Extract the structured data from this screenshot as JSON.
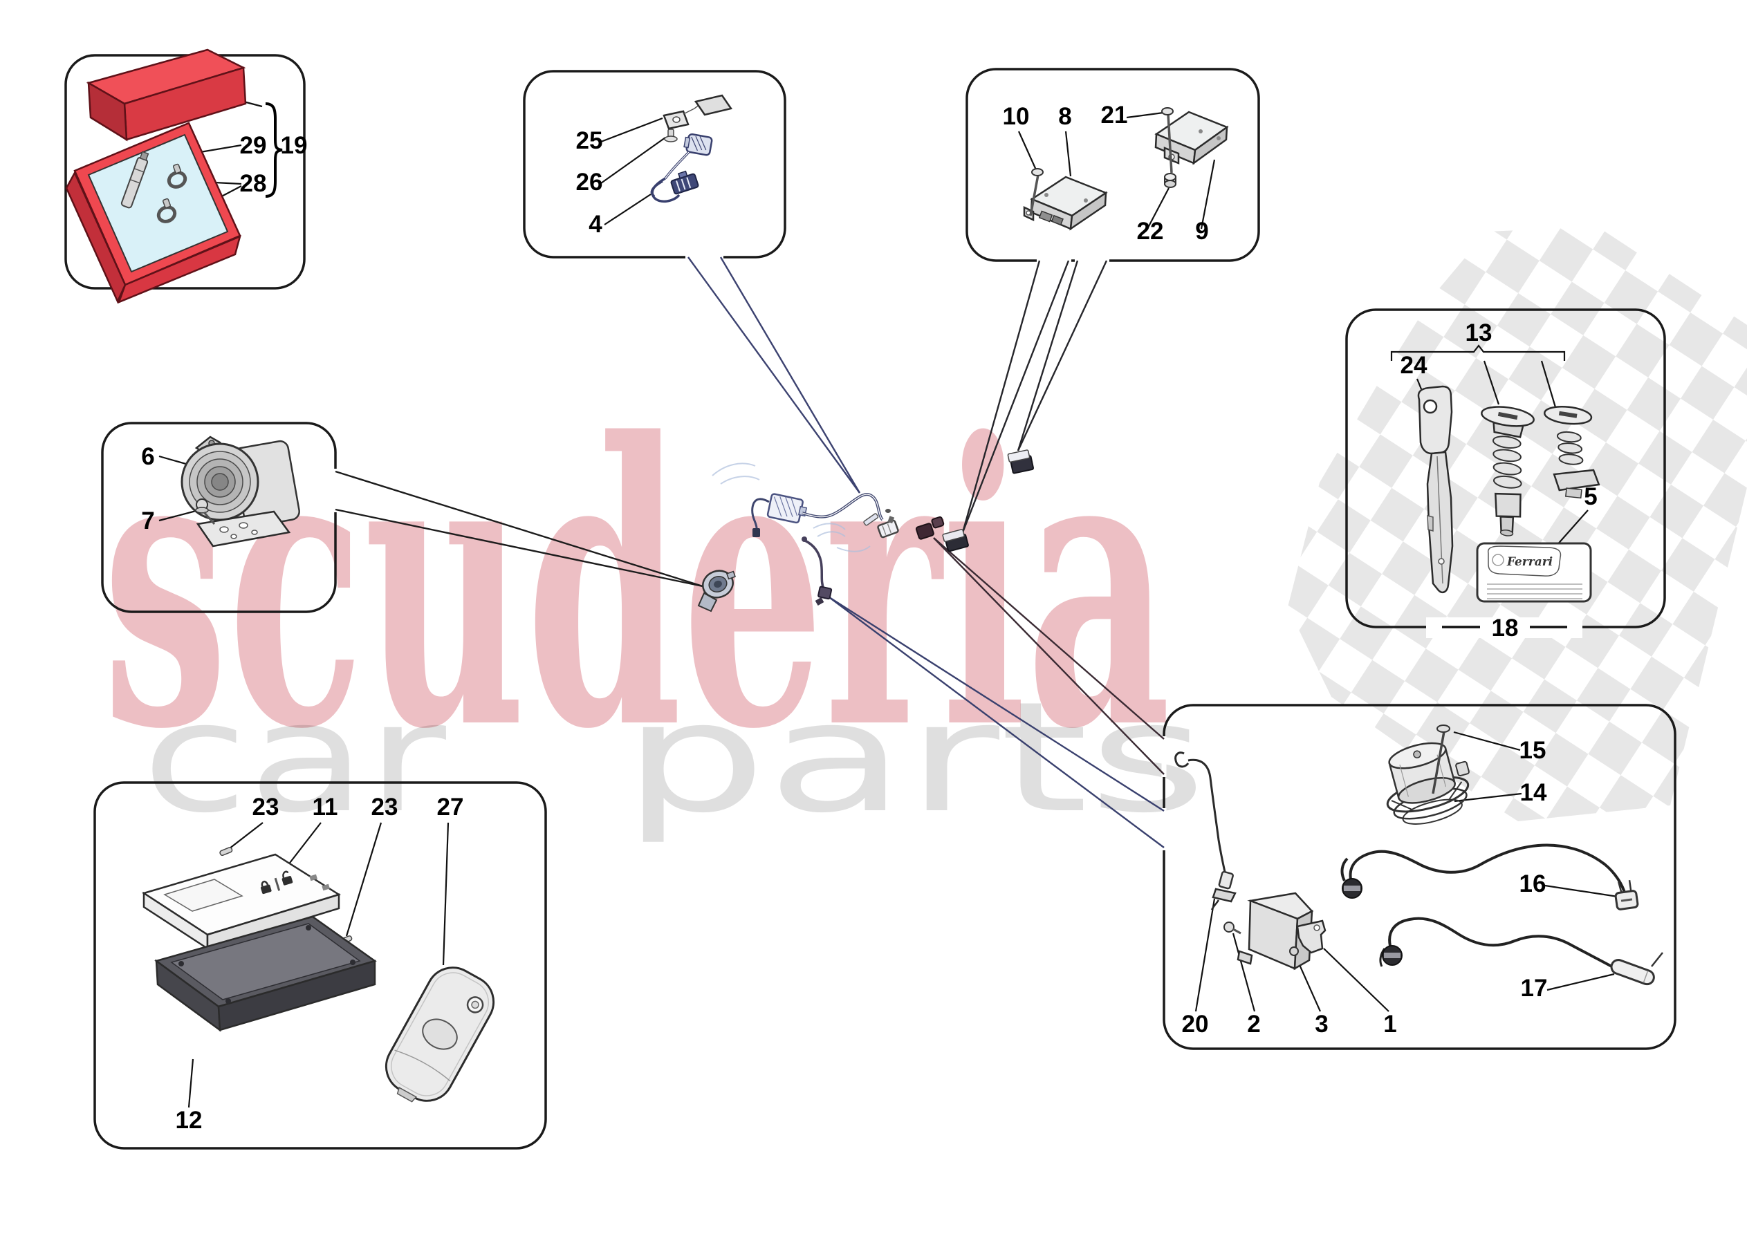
{
  "watermark": {
    "brand": "scuderia",
    "sub_left": "car",
    "sub_right": "parts"
  },
  "panels": {
    "key_pouch": {
      "callouts": {
        "c29": "29",
        "c19": "19",
        "c28": "28"
      }
    },
    "hood_sensor": {
      "callouts": {
        "c25": "25",
        "c26": "26",
        "c4": "4"
      }
    },
    "control_units": {
      "callouts": {
        "c10": "10",
        "c8": "8",
        "c21": "21",
        "c22": "22",
        "c9": "9"
      }
    },
    "siren": {
      "callouts": {
        "c6": "6",
        "c7": "7"
      }
    },
    "locks": {
      "callouts": {
        "c13": "13",
        "c24": "24",
        "c5": "5",
        "c18": "18"
      },
      "code_card_brand": "Ferrari"
    },
    "key_card": {
      "callouts": {
        "c23a": "23",
        "c11": "11",
        "c23b": "23",
        "c27": "27",
        "c12": "12"
      }
    },
    "alarm_system": {
      "callouts": {
        "c15": "15",
        "c14": "14",
        "c16": "16",
        "c17": "17",
        "c20": "20",
        "c2": "2",
        "c3": "3",
        "c1": "1"
      }
    }
  }
}
